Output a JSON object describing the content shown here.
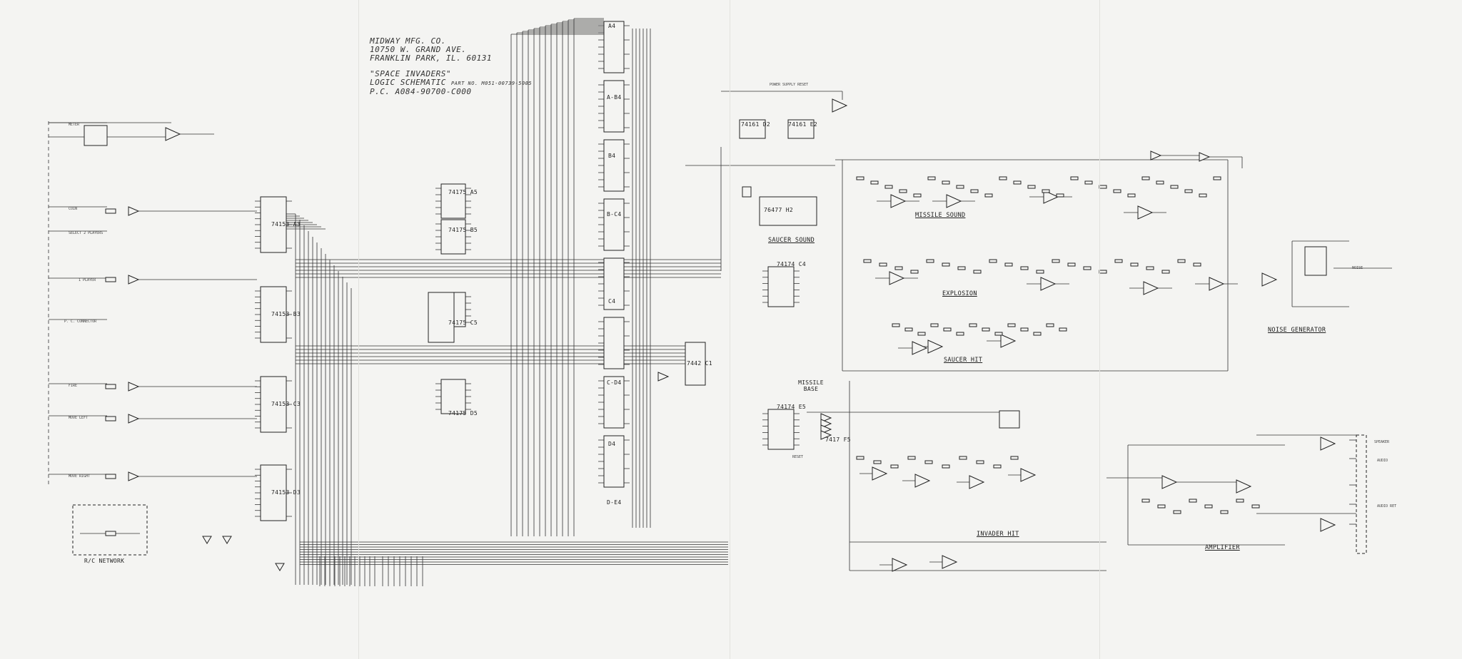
{
  "title_block": {
    "company": "MIDWAY MFG. CO.",
    "street": "10750 W. GRAND AVE.",
    "city": "FRANKLIN PARK, IL. 60131",
    "game": "\"SPACE INVADERS\"",
    "schematic": "LOGIC  SCHEMATIC",
    "part_no": "PART NO. M051-00739-5005",
    "pc": "P.C.  A084-90700-C000"
  },
  "inputs": {
    "meter": "METER",
    "coin": "COIN",
    "players": "SELECT 2 PLAYERS",
    "one_player": "1 PLAYER",
    "fire": "FIRE",
    "move_left": "MOVE LEFT",
    "move_right": "MOVE RIGHT",
    "connector": "P. C. CONNECTOR"
  },
  "chips": {
    "a3": "74153 A3",
    "b3": "74153 B3",
    "c3": "74153 C3",
    "d3": "74153 D3",
    "a5": "74175 A5",
    "b5": "74175 B5",
    "c5": "74175 C5",
    "d5": "74175 D5",
    "a4": "A4",
    "a4b": "A-B4",
    "b4": "B4",
    "b4c": "B-C4",
    "c4": "C4",
    "c4d": "C-D4",
    "d4": "D4",
    "d4e": "D-E4",
    "c1": "7442 C1",
    "d2": "74161 D2",
    "e2": "74161 E2",
    "h2": "76477 H2",
    "c4s": "74174 C4",
    "e5": "74174 E5",
    "f5": "7417 F5"
  },
  "sections": {
    "rc_network": "R/C NETWORK",
    "power_reset": "POWER SUPPLY RESET",
    "saucer_sound": "SAUCER SOUND",
    "missile_sound": "MISSILE SOUND",
    "explosion": "EXPLOSION",
    "saucer_hit": "SAUCER HIT",
    "missile_base": "MISSILE BASE",
    "invader_hit": "INVADER HIT",
    "amplifier": "AMPLIFIER",
    "noise_generator": "NOISE GENERATOR",
    "reset": "RESET",
    "noise": "NOISE",
    "speaker": "SPEAKER",
    "audio": "AUDIO",
    "audio_ret": "AUDIO RET"
  }
}
